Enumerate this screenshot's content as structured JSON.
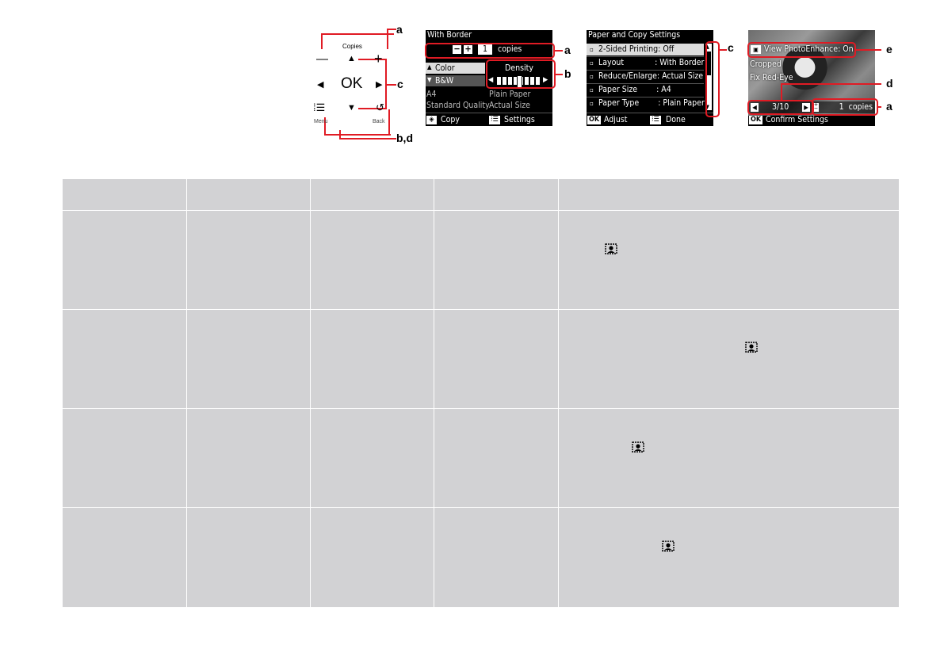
{
  "control_panel": {
    "copies_label": "Copies",
    "minus": "—",
    "plus": "+",
    "ok": "OK",
    "menu_label": "Menu",
    "back_label": "Back"
  },
  "callouts": {
    "a": "a",
    "b": "b",
    "c": "c",
    "d": "d",
    "e": "e",
    "bd": "b,d"
  },
  "screen1": {
    "title": "With Border",
    "copies_value": "1",
    "copies_label": "copies",
    "color": "Color",
    "bw": "B&W",
    "density": "Density",
    "paper_size": "A4",
    "paper_type": "Plain Paper",
    "quality": "Standard Quality",
    "size": "Actual Size",
    "footer_left": "Copy",
    "footer_right": "Settings"
  },
  "screen2": {
    "title": "Paper and Copy Settings",
    "items": [
      "2-Sided Printing: Off",
      "Layout             : With Border",
      "Reduce/Enlarge: Actual Size",
      "Paper Size        : A4",
      "Paper Type        : Plain Paper"
    ],
    "footer_left": "Adjust",
    "footer_right": "Done"
  },
  "screen3": {
    "enhance": "View PhotoEnhance: On",
    "cropped": "Cropped",
    "redeye": "Fix Red-Eye",
    "counter": "3/10",
    "copies": "1  copies",
    "footer": "Confirm Settings"
  }
}
